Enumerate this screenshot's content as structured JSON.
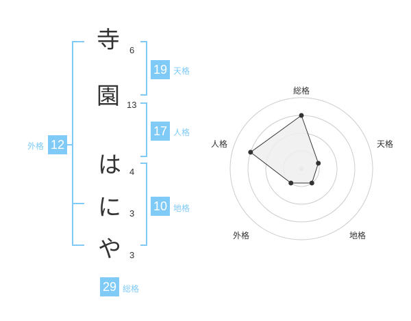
{
  "name": {
    "chars": [
      {
        "char": "寺",
        "strokes": "6"
      },
      {
        "char": "園",
        "strokes": "13"
      },
      {
        "char": "は",
        "strokes": "4"
      },
      {
        "char": "に",
        "strokes": "3"
      },
      {
        "char": "や",
        "strokes": "3"
      }
    ]
  },
  "kakusu": {
    "tenkaku": {
      "value": "19",
      "label": "天格"
    },
    "jinkaku": {
      "value": "17",
      "label": "人格"
    },
    "chikaku": {
      "value": "10",
      "label": "地格"
    },
    "gaikaku": {
      "value": "12",
      "label": "外格"
    },
    "soukaku": {
      "value": "29",
      "label": "総格"
    }
  },
  "colors": {
    "accent": "#7fcaf6",
    "text": "#333333",
    "grid": "#cccccc",
    "fill": "#eeeeee"
  },
  "chart_data": {
    "type": "radar",
    "axes": [
      "総格",
      "天格",
      "地格",
      "外格",
      "人格"
    ],
    "levels": 4,
    "max": 4,
    "values": [
      3,
      1,
      1,
      1,
      3
    ]
  }
}
